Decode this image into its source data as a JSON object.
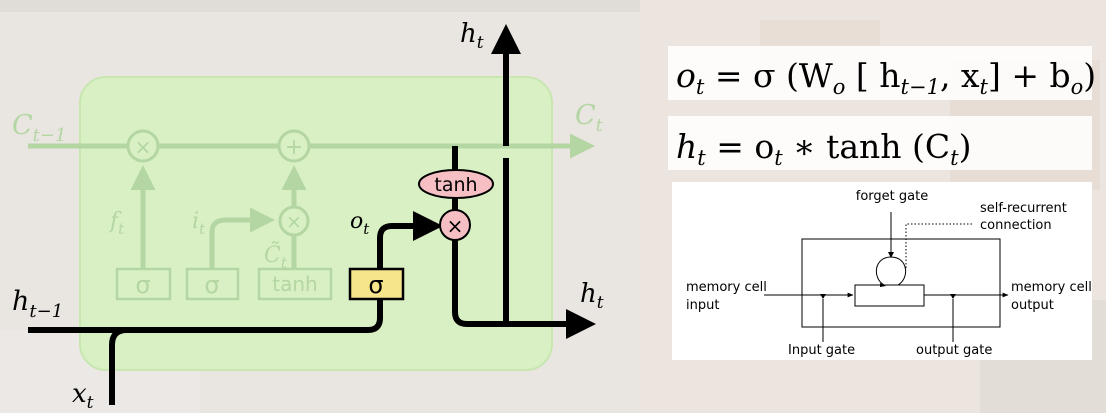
{
  "lstm": {
    "h_t_top": "h",
    "h_t_top_sub": "t",
    "c_prev": "C",
    "c_prev_sub": "t−1",
    "c_t": "C",
    "c_t_sub": "t",
    "f_t": "f",
    "f_t_sub": "t",
    "i_t": "i",
    "i_t_sub": "t",
    "c_tilde": "C̃",
    "c_tilde_sub": "t",
    "o_t": "o",
    "o_t_sub": "t",
    "h_prev": "h",
    "h_prev_sub": "t−1",
    "h_t_right": "h",
    "h_t_right_sub": "t",
    "x_t": "x",
    "x_t_sub": "t",
    "times_symbol": "×",
    "plus_symbol": "+",
    "sigma_symbol": "σ",
    "tanh_label": "tanh",
    "colors": {
      "cell_fill": "#d8f0c4",
      "cell_stroke": "#c8e6b0",
      "faded": "#b4d6a2",
      "pointwise_fill": "#f6bfc4",
      "sigma_fill": "#f6e58a",
      "line": "#000000"
    }
  },
  "formulas": {
    "line1": {
      "o": "o",
      "o_sub": "t",
      "eq": " = σ (W",
      "w_sub": "o",
      "bracket_open": "  [ h",
      "h_sub": "t−1",
      "comma_x": ", x",
      "x_sub": "t",
      "bracket_close": "]  +  b",
      "b_sub": "o",
      "paren_close": ")"
    },
    "line2": {
      "h": "h",
      "h_sub": "t",
      "eq": " = o",
      "o_sub": "t",
      "rest": " ∗ tanh (C",
      "c_sub": "t",
      "paren_close": ")"
    }
  },
  "inset": {
    "forget_gate": "forget gate",
    "self_recurrent_1": "self-recurrent",
    "self_recurrent_2": "connection",
    "memory_cell_input_1": "memory cell",
    "memory_cell_input_2": "input",
    "memory_cell_output_1": "memory cell",
    "memory_cell_output_2": "output",
    "input_gate": "Input gate",
    "output_gate": "output gate"
  }
}
